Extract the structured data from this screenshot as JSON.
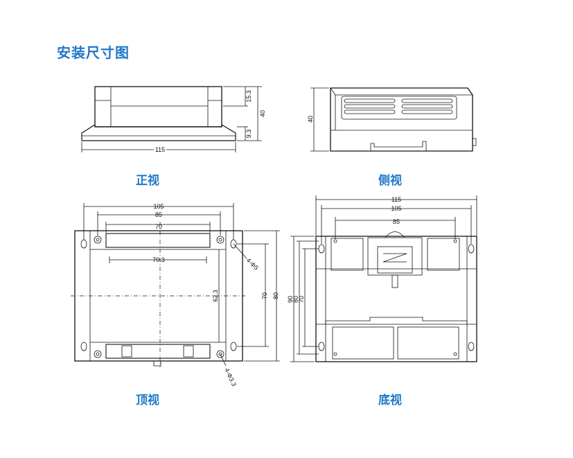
{
  "page_title": "安装尺寸图",
  "views": {
    "front": {
      "caption": "正视",
      "dims": {
        "width": "115",
        "height": "40",
        "top": "15.3",
        "foot": "9.3"
      }
    },
    "side": {
      "caption": "侧视",
      "dims": {
        "height": "40"
      }
    },
    "top": {
      "caption": "顶视",
      "dims": {
        "w1": "105",
        "w2": "85",
        "w3": "70",
        "w4": "70.3",
        "h1": "62.3",
        "h2": "70",
        "h3": "80",
        "hole_big": "4-Φ5",
        "hole_small": "4-Φ3.3"
      }
    },
    "bottom": {
      "caption": "底视",
      "dims": {
        "w1": "115",
        "w2": "105",
        "w3": "85",
        "h1": "90",
        "h2": "80",
        "h3": "70"
      }
    }
  }
}
